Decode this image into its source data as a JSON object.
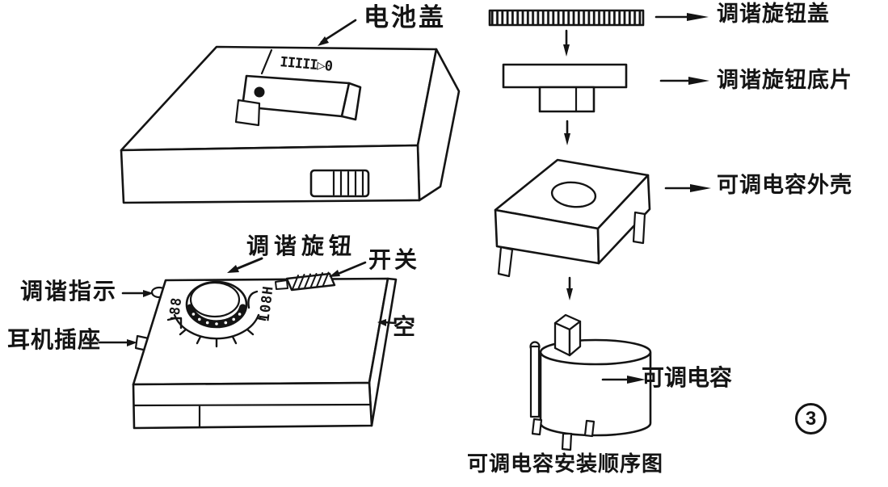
{
  "page": {
    "background": "#ffffff",
    "ink": "#141414"
  },
  "radio_top_view": {
    "battery_cover_label": "电池盖",
    "lid_slide_marking": "IIIII▷0"
  },
  "radio_front_view": {
    "tuning_knob_label": "调谐旋钮",
    "switch_label": "开关",
    "empty_label": "空",
    "tuning_indicator_label": "调谐指示",
    "earphone_jack_label": "耳机插座",
    "dial_low_label": "88",
    "dial_high_label": "108H"
  },
  "exploded_view": {
    "parts": [
      {
        "label": "调谐旋钮盖"
      },
      {
        "label": "调谐旋钮底片"
      },
      {
        "label": "可调电容外壳"
      },
      {
        "label": "可调电容"
      }
    ],
    "caption": "可调电容安装顺序图",
    "figure_number": "3"
  }
}
